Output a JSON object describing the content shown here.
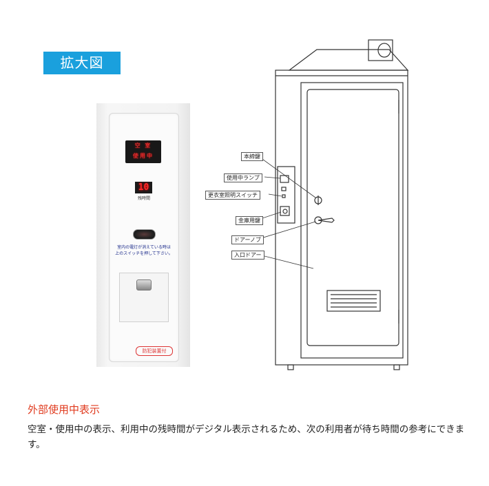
{
  "badge": {
    "label": "拡大図",
    "color": "#1aa0dd"
  },
  "panel": {
    "occupancy_top": "空 室",
    "occupancy_bottom": "使用中",
    "remaining_digits": "10",
    "remaining_label": "残時間",
    "notice_line1": "室内の電灯が消えている時は",
    "notice_line2": "上のスイッチを押して下さい。",
    "crime_label": "防犯装置付"
  },
  "callouts": {
    "main_key": "本締鍵",
    "in_use_lamp": "使用中ランプ",
    "light_switch": "更衣室照明スイッチ",
    "safe_key": "金庫用鍵",
    "door_knob": "ドアーノブ",
    "entrance_door": "入口ドアー"
  },
  "description": {
    "heading": "外部使用中表示",
    "heading_color": "#e03a1e",
    "text": "空室・使用中の表示、利用中の残時間がデジタル表示されるため、次の利用者が待ち時間の参考にできます。"
  }
}
